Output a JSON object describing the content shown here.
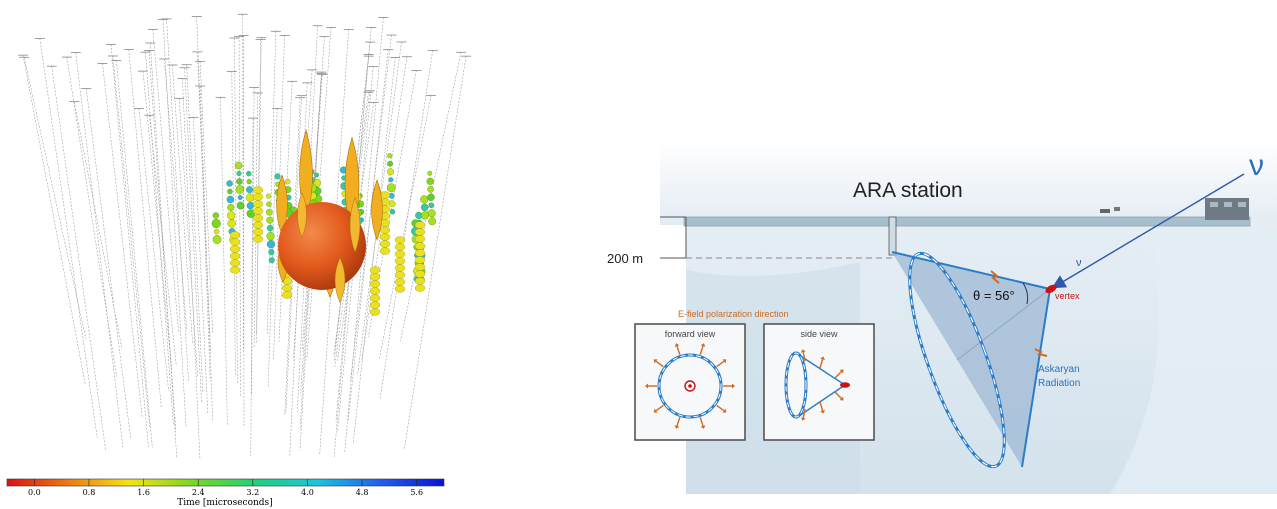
{
  "left_panel": {
    "colorbar": {
      "ticks": [
        "0.0",
        "0.8",
        "1.6",
        "2.4",
        "3.2",
        "4.0",
        "4.8",
        "5.6"
      ],
      "label": "Time [microseconds]",
      "colors": [
        "#dd1111",
        "#f07a10",
        "#f4e410",
        "#7ed81a",
        "#1dd27c",
        "#18c6e0",
        "#1f5cf0",
        "#0a10d8"
      ]
    }
  },
  "right_panel": {
    "title": "ARA station",
    "depth_label": "200 m",
    "angle_label": "θ = 56°",
    "vertex_label": "vertex",
    "nu_big": "ν",
    "nu_small": "ν",
    "askaryan_label": [
      "Askaryan",
      "Radiation"
    ],
    "efield_title": "E-field polarization direction",
    "forward_view_label": "forward view",
    "side_view_label": "side view",
    "colors": {
      "ice": "#dde9f1",
      "cone_edge": "#2a7cc8",
      "cone_fill": "#9db8d4",
      "arrow": "#cf6a22",
      "vertex": "#cc1111",
      "neutrino_line": "#2e58a8"
    }
  }
}
